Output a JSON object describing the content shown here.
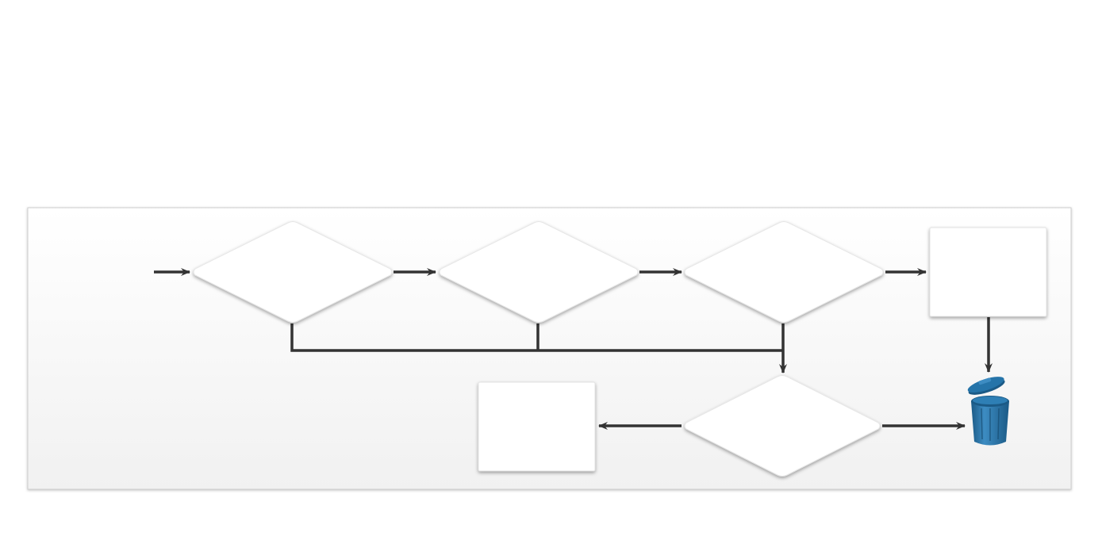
{
  "diagram": {
    "colors": {
      "connector": "#333333",
      "panel_top": "#ffffff",
      "panel_bottom": "#f1f1f1",
      "panel_border": "#d0d0d0",
      "shape_fill": "#ffffff",
      "trash_can": "#2574a9",
      "trash_can_dark": "#1b5a86",
      "trash_can_light": "#3d8cc2"
    },
    "icons": [
      "trash-can-icon"
    ],
    "nodes": [
      {
        "id": "decision-1",
        "kind": "decision",
        "label": ""
      },
      {
        "id": "decision-2",
        "kind": "decision",
        "label": ""
      },
      {
        "id": "decision-3",
        "kind": "decision",
        "label": ""
      },
      {
        "id": "process-right",
        "kind": "process",
        "label": ""
      },
      {
        "id": "decision-bottom",
        "kind": "decision",
        "label": ""
      },
      {
        "id": "process-bottom-left",
        "kind": "process",
        "label": ""
      },
      {
        "id": "trash",
        "kind": "terminal-icon",
        "label": ""
      }
    ],
    "edges": [
      {
        "from": "start",
        "to": "decision-1"
      },
      {
        "from": "decision-1",
        "to": "decision-2"
      },
      {
        "from": "decision-2",
        "to": "decision-3"
      },
      {
        "from": "decision-3",
        "to": "process-right"
      },
      {
        "from": "decision-1",
        "to": "decision-bottom"
      },
      {
        "from": "decision-2",
        "to": "decision-bottom"
      },
      {
        "from": "decision-3",
        "to": "decision-bottom"
      },
      {
        "from": "process-right",
        "to": "trash"
      },
      {
        "from": "decision-bottom",
        "to": "process-bottom-left"
      },
      {
        "from": "decision-bottom",
        "to": "trash"
      }
    ]
  }
}
